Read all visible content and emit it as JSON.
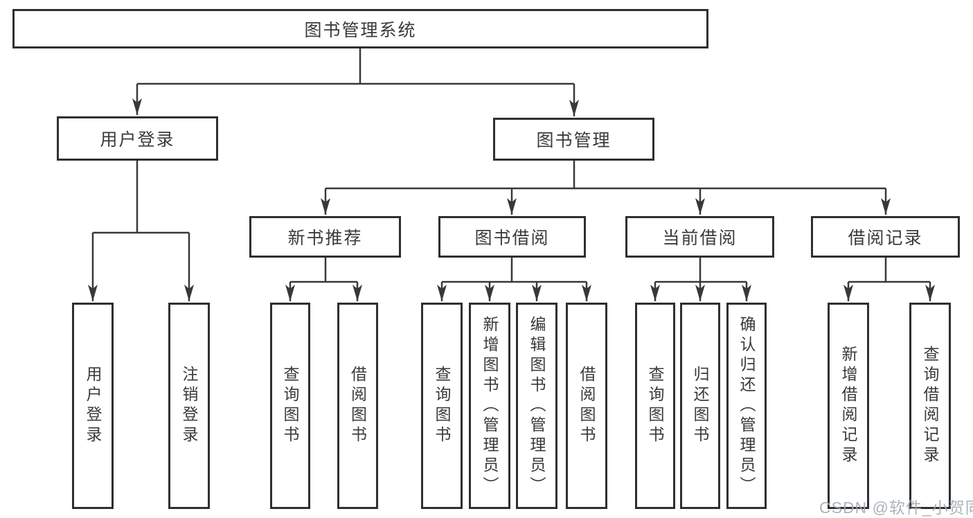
{
  "diagram": {
    "root": "图书管理系统",
    "branches": [
      {
        "label": "用户登录",
        "leaves": [
          "用户登录",
          "注销登录"
        ]
      },
      {
        "label": "图书管理",
        "groups": [
          {
            "label": "新书推荐",
            "leaves": [
              "查询图书",
              "借阅图书"
            ]
          },
          {
            "label": "图书借阅",
            "leaves": [
              "查询图书",
              "新增图书（管理员）",
              "编辑图书（管理员）",
              "借阅图书"
            ]
          },
          {
            "label": "当前借阅",
            "leaves": [
              "查询图书",
              "归还图书",
              "确认归还（管理员）"
            ]
          },
          {
            "label": "借阅记录",
            "leaves": [
              "新增借阅记录",
              "查询借阅记录"
            ]
          }
        ]
      }
    ]
  },
  "watermark": "CSDN @软件_小贺同学",
  "colors": {
    "box_border": "#2f2f2f",
    "connector_line": "#383838",
    "text": "#3a3a3a",
    "watermark": "#a4abb4",
    "background": "#ffffff"
  }
}
